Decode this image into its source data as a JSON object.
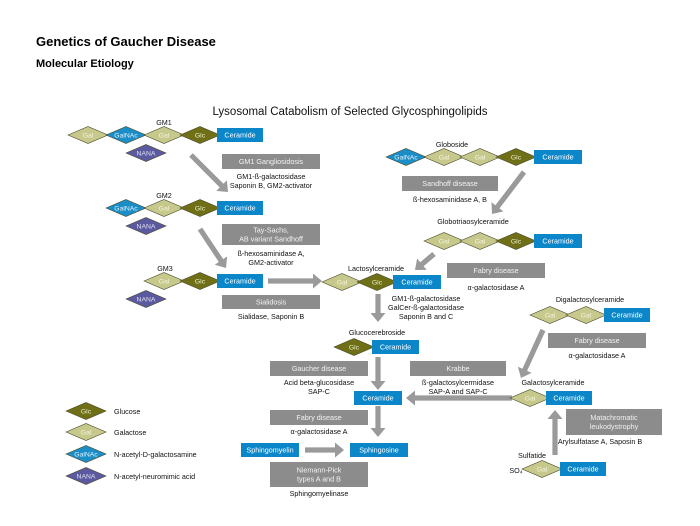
{
  "header": {
    "title": "Genetics of Gaucher Disease",
    "subtitle": "Molecular Etiology"
  },
  "diagram_title": "Lysosomal Catabolism of Selected Glycosphingolipids",
  "colors": {
    "glc": "#6e6f16",
    "gal": "#c7c98c",
    "galnac": "#1b8ec8",
    "nana": "#5b5aa0",
    "ceramide": "#0b86c9",
    "disease_box": "#8c8c8c",
    "arrow": "#9a9a9a"
  },
  "sugars": {
    "glc": "Glc",
    "gal": "Gal",
    "galnac": "GalNAc",
    "nana": "NANA",
    "ceramide": "Ceramide"
  },
  "compounds": {
    "gm1": "GM1",
    "gm2": "GM2",
    "gm3": "GM3",
    "globoside": "Globoside",
    "globotriaosylceramide": "Globotriaosylceramide",
    "lactosylceramide": "Lactosylceramide",
    "glucocerebroside": "Glucocerebroside",
    "digalactosylceramide": "Digalactosylceramide",
    "galactosylceramide": "Galactosylceramide",
    "sulfatide": "Sulfatide",
    "so4": "SO₄",
    "ceramide_center": "Ceramide",
    "sphingomyelin": "Sphingomyelin",
    "sphingosine": "Sphingosine"
  },
  "diseases": {
    "gm1": "GM1 Gangliosidosis",
    "tay_sachs": [
      "Tay-Sachs,",
      "AB variant Sandhoff"
    ],
    "sialidosis": "Sialidosis",
    "sandhoff": "Sandhoff disease",
    "fabry1": "Fabry disease",
    "fabry2": "Fabry disease",
    "fabry3": "Fabry disease",
    "gaucher": "Gaucher disease",
    "krabbe": "Krabbe",
    "metachromatic": [
      "Matachromatic",
      "leukodystrophy"
    ],
    "niemann_pick": [
      "Niemann-Pick",
      "types A and B"
    ]
  },
  "enzymes": {
    "gm1": [
      "GM1-ß-galactosidase",
      "Saponin B, GM2-activator"
    ],
    "tay_sachs": [
      "ß-hexosaminidase A,",
      "GM2-activator"
    ],
    "sialidosis": "Sialidase, Saponin B",
    "sandhoff": "ß-hexosaminidase A, B",
    "fabry1": "α-galactosidase A",
    "lactosyl": [
      "GM1-ß-galactosidase",
      "GalCer-ß-galactosidase",
      "Saponin B and C"
    ],
    "fabry2": "α-galactosidase A",
    "gaucher": [
      "Acid beta-glucosidase",
      "SAP-C"
    ],
    "krabbe": [
      "ß-galactosylcermidase",
      "SAP-A and SAP-C"
    ],
    "fabry3": "α-galactosidase A",
    "metachromatic": "Arylsulfatase A, Saposin B",
    "niemann_pick": "Sphingomyelinase"
  },
  "legend": {
    "glc": "Glucose",
    "gal": "Galactose",
    "galnac": "N-acetyl-D-galactosamine",
    "nana": "N-acetyl-neuromimic acid"
  }
}
